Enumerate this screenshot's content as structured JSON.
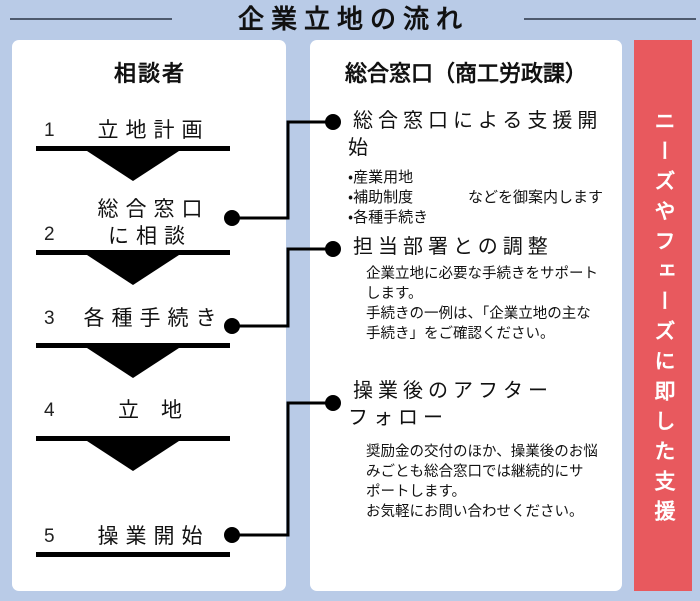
{
  "header": {
    "title": "企業立地の流れ"
  },
  "banner": {
    "text": "ニーズやフェーズに即した支援",
    "color": "#e8595e"
  },
  "left_column": {
    "heading": "相談者",
    "steps": [
      {
        "num": "1",
        "label": "立地計画"
      },
      {
        "num": "2",
        "label": "総合窓口\nに相談"
      },
      {
        "num": "3",
        "label": "各種手続き"
      },
      {
        "num": "4",
        "label": "立地"
      },
      {
        "num": "5",
        "label": "操業開始"
      }
    ]
  },
  "right_column": {
    "heading": "総合窓口（商工労政課）",
    "blocks": [
      {
        "title": "総合窓口による支援開始",
        "bullets": "・産業用地\n・補助制度\n・各種手続き",
        "bullets_note": "などを御案内します",
        "body": ""
      },
      {
        "title": "担当部署との調整",
        "bullets": "",
        "bullets_note": "",
        "body": "企業立地に必要な手続きをサポート\nします。\n手続きの一例は、「企業立地の主な\n手続き」をご確認ください。"
      },
      {
        "title": "操業後のアフター\nフォロー",
        "bullets": "",
        "bullets_note": "",
        "body": "奨励金の交付のほか、操業後のお悩\nみごとも総合窓口では継続的にサ\nポートします。\nお気軽にお問い合わせください。"
      }
    ]
  },
  "colors": {
    "background": "#b9cbe7",
    "panel": "#ffffff",
    "accent_red": "#e8595e",
    "line": "#000000"
  }
}
